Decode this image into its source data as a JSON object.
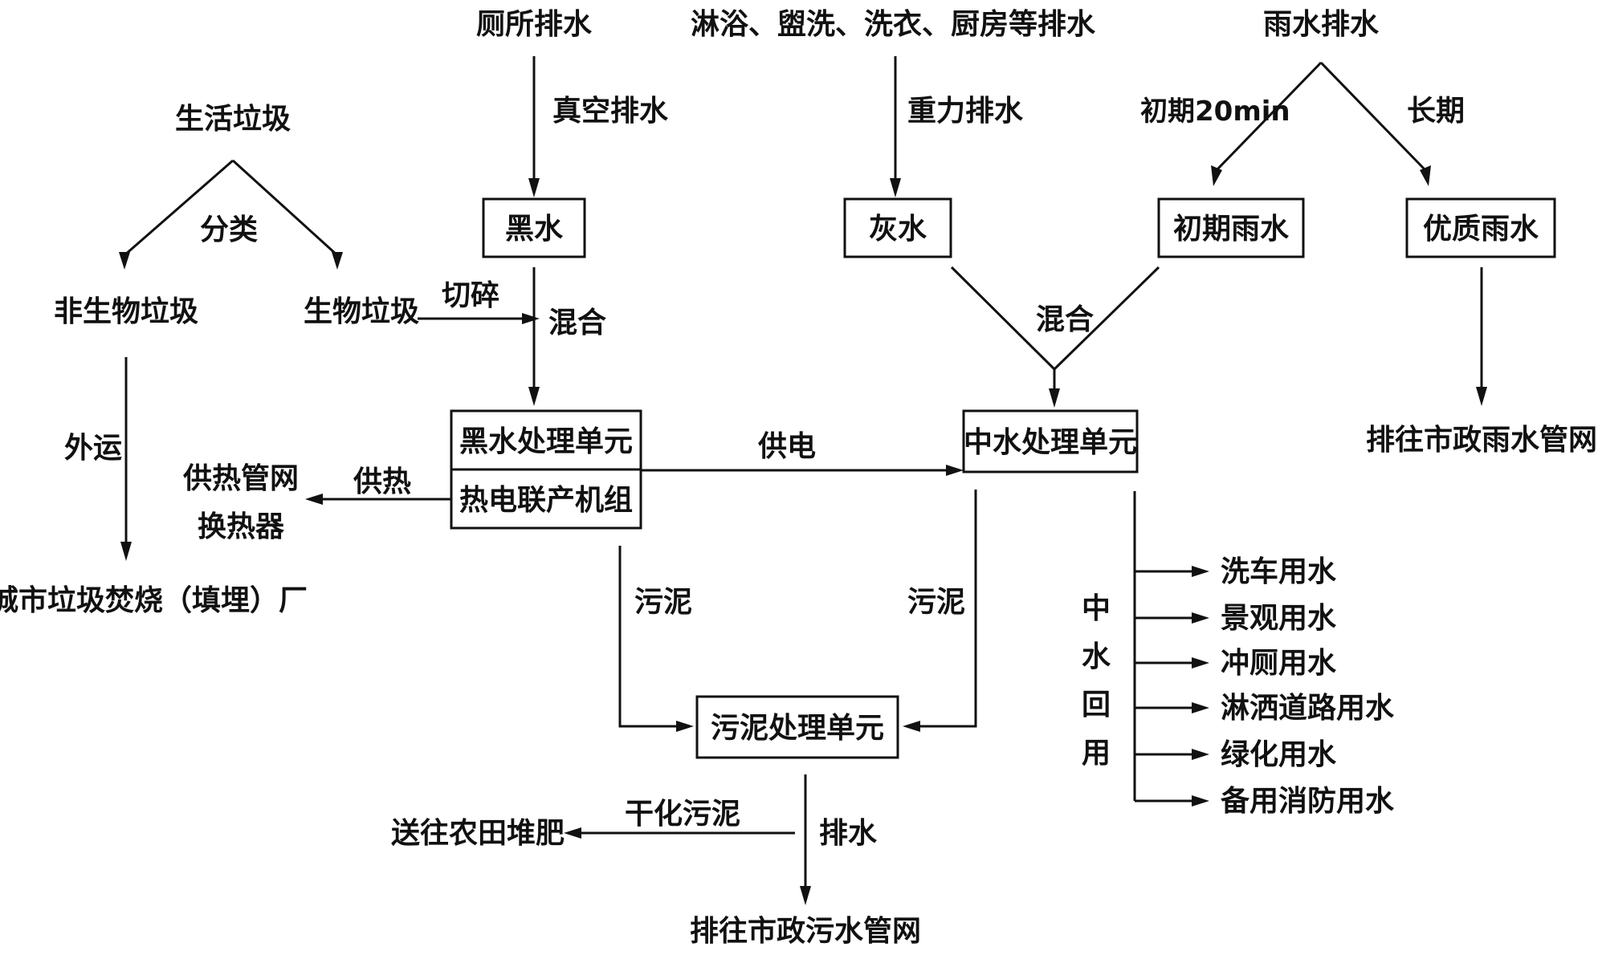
{
  "sources": {
    "toilet_drain": "厕所排水",
    "other_drain": "淋浴、盥洗、洗衣、厨房等排水",
    "rain_drain": "雨水排水",
    "domestic_waste": "生活垃圾"
  },
  "edge_labels": {
    "vacuum": "真空排水",
    "gravity": "重力排水",
    "initial_rain": "初期20min",
    "long_term": "长期",
    "classify": "分类",
    "shred": "切碎",
    "mix_left": "混合",
    "mix_right": "混合",
    "transport": "外运",
    "heat_supply": "供热",
    "power_supply": "供电",
    "sludge_left": "污泥",
    "sludge_right": "污泥",
    "dried_sludge": "干化污泥",
    "discharge": "排水"
  },
  "boxes": {
    "black_water": "黑水",
    "grey_water": "灰水",
    "initial_rainwater": "初期雨水",
    "quality_rainwater": "优质雨水",
    "black_unit": "黑水处理单元",
    "chp_unit": "热电联产机组",
    "reclaimed_unit": "中水处理单元",
    "sludge_unit": "污泥处理单元"
  },
  "nodes": {
    "non_bio_waste": "非生物垃圾",
    "bio_waste": "生物垃圾",
    "incineration": "城市垃圾焚烧（填埋）厂",
    "heat_network_1": "供热管网",
    "heat_network_2": "换热器",
    "storm_sewer": "排往市政雨水管网",
    "sewage_sewer": "排往市政污水管网",
    "farmland": "送往农田堆肥"
  },
  "reuse": {
    "title_chars": [
      "中",
      "水",
      "回",
      "用"
    ],
    "items": [
      "洗车用水",
      "景观用水",
      "冲厕用水",
      "淋洒道路用水",
      "绿化用水",
      "备用消防用水"
    ]
  }
}
